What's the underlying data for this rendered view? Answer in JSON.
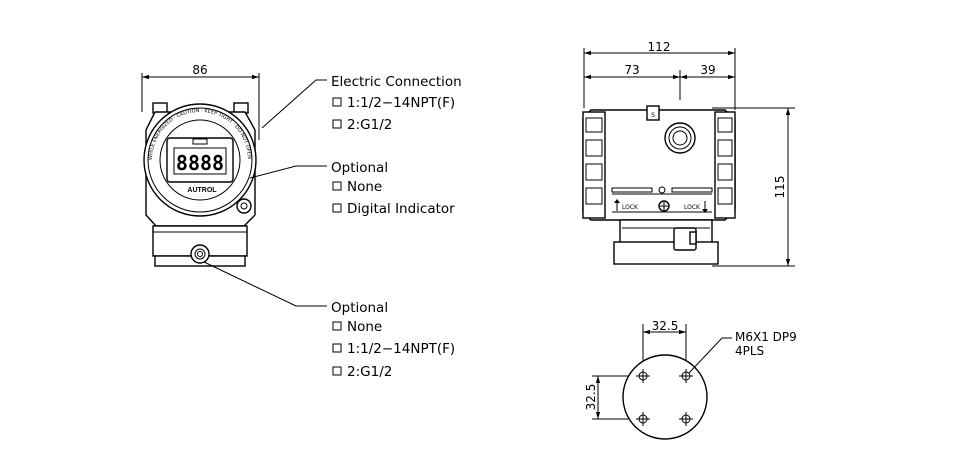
{
  "front_view": {
    "width_dim": "86",
    "face_ring_text": "WHILE ENERGIZED · CAUTION · KEEP TIGHT · DO NOT OPEN",
    "display_digits": "8888",
    "brand": "AUTROL"
  },
  "side_view": {
    "overall_width_dim": "112",
    "left_dim": "73",
    "right_dim": "39",
    "height_dim": "115",
    "lock_left": "LOCK",
    "lock_right": "LOCK",
    "plate_s": "S"
  },
  "bottom_view": {
    "h_spacing": "32.5",
    "v_spacing": "32.5",
    "hole_spec_line1": "M6X1 DP9",
    "hole_spec_line2": "4PLS"
  },
  "callouts": {
    "electric_connection": {
      "title": "Electric Connection",
      "options": [
        "1:1/2−14NPT(F)",
        "2:G1/2"
      ]
    },
    "optional_display": {
      "title": "Optional",
      "options": [
        "None",
        "Digital Indicator"
      ]
    },
    "optional_port": {
      "title": "Optional",
      "options": [
        "None",
        "1:1/2−14NPT(F)",
        "2:G1/2"
      ]
    }
  }
}
